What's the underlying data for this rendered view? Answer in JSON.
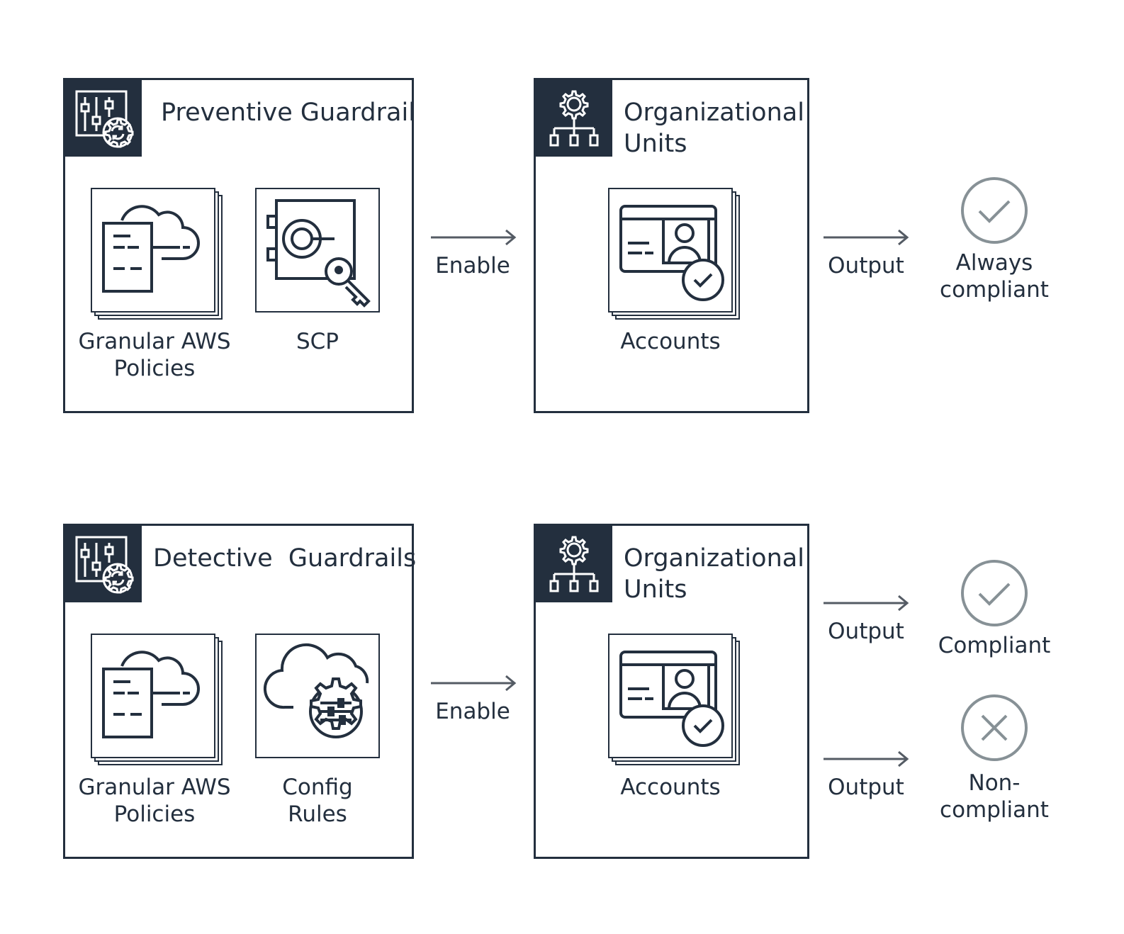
{
  "rows": [
    {
      "guardrail": {
        "title": "Preventive Guardrail",
        "items": [
          {
            "icon": "cloud-document-icon",
            "label": "Granular AWS Policies"
          },
          {
            "icon": "vault-key-icon",
            "label": "SCP"
          }
        ]
      },
      "enable_label": "Enable",
      "ou": {
        "title": "Organizational Units",
        "item": {
          "icon": "account-card-icon",
          "label": "Accounts"
        }
      },
      "outputs": [
        {
          "label": "Output",
          "status_icon": "check-circle-icon",
          "status_label": "Always compliant"
        }
      ]
    },
    {
      "guardrail": {
        "title": "Detective  Guardrails",
        "items": [
          {
            "icon": "cloud-document-icon",
            "label": "Granular AWS Policies"
          },
          {
            "icon": "cloud-gear-icon",
            "label": "Config Rules"
          }
        ]
      },
      "enable_label": "Enable",
      "ou": {
        "title": "Organizational Units",
        "item": {
          "icon": "account-card-icon",
          "label": "Accounts"
        }
      },
      "outputs": [
        {
          "label": "Output",
          "status_icon": "check-circle-icon",
          "status_label": "Compliant"
        },
        {
          "label": "Output",
          "status_icon": "x-circle-icon",
          "status_label": "Non-compliant"
        }
      ]
    }
  ],
  "colors": {
    "ink": "#232f3e",
    "status_gray": "#879196",
    "arrow": "#545b64"
  }
}
